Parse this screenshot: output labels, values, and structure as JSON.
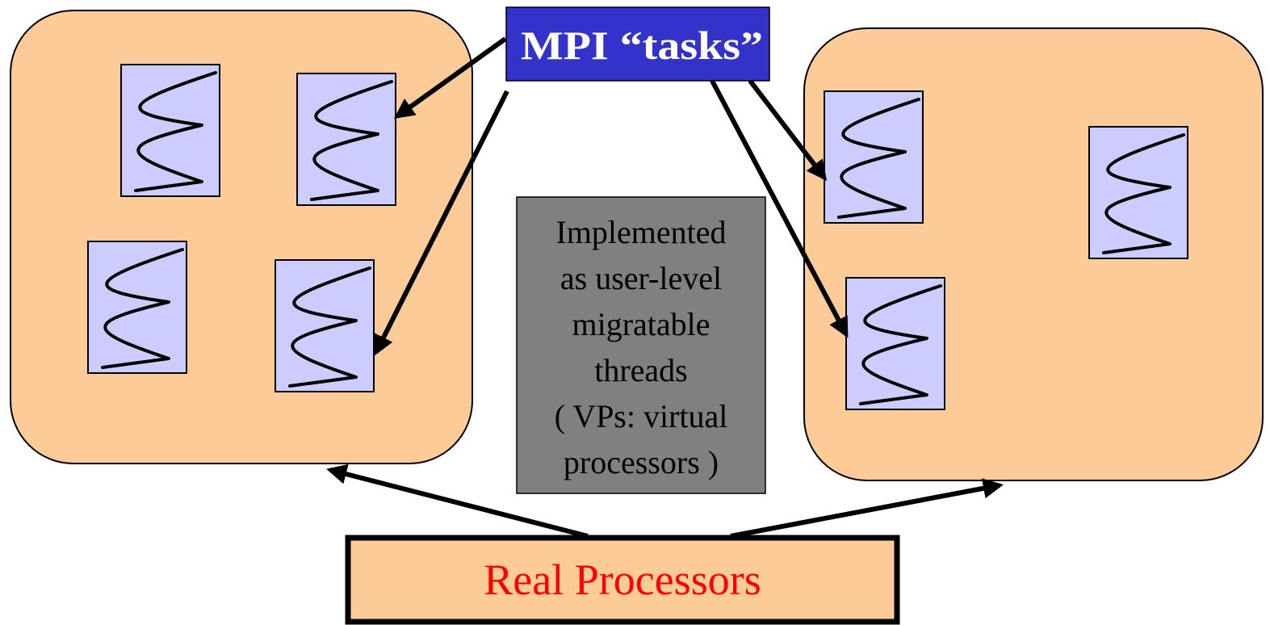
{
  "tasks_label": "MPI “tasks”",
  "note_lines": [
    "Implemented",
    "as user-level",
    "migratable",
    "threads",
    "( VPs: virtual",
    "processors )"
  ],
  "real_processors_label": "Real Processors",
  "colors": {
    "processor_fill": "#fccb98",
    "thread_fill": "#ccccff",
    "tasks_box_fill": "#3333cc",
    "tasks_text": "#ffffff",
    "note_fill": "#808080",
    "real_text": "#ff0000"
  },
  "icons": {
    "thread": "squiggle-thread-icon"
  }
}
